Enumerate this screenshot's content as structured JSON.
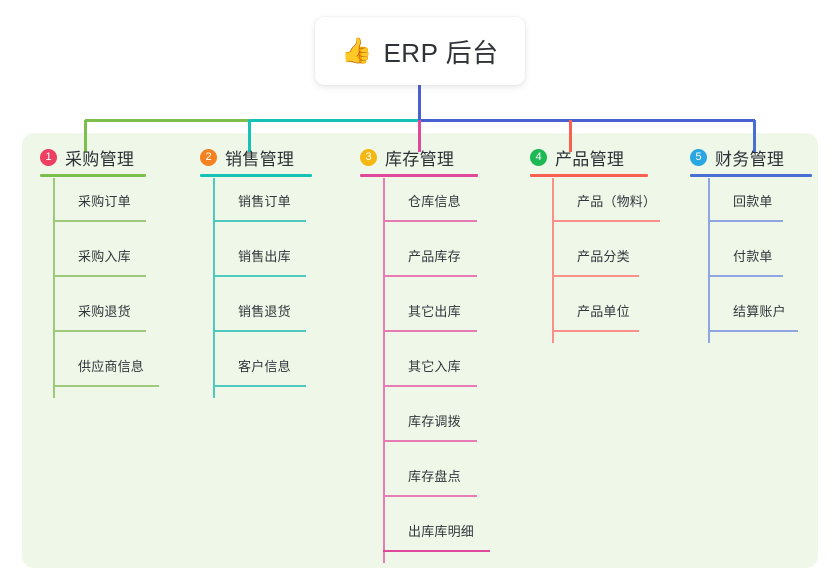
{
  "root": {
    "emoji": "👍",
    "emoji_name": "thumbs-up-icon",
    "title": "ERP 后台"
  },
  "panel": {
    "background_color": "#eef7e8"
  },
  "columns": [
    {
      "index": "1",
      "label": "采购管理",
      "badge_color": "#ec3f62",
      "line_color": "#7cbf4d",
      "items": [
        {
          "label": "采购订单"
        },
        {
          "label": "采购入库"
        },
        {
          "label": "采购退货"
        },
        {
          "label": "供应商信息"
        }
      ]
    },
    {
      "index": "2",
      "label": "销售管理",
      "badge_color": "#f58220",
      "line_color": "#16c2b5",
      "items": [
        {
          "label": "销售订单"
        },
        {
          "label": "销售出库"
        },
        {
          "label": "销售退货"
        },
        {
          "label": "客户信息"
        }
      ]
    },
    {
      "index": "3",
      "label": "库存管理",
      "badge_color": "#f5b711",
      "line_color": "#e0499a",
      "items": [
        {
          "label": "仓库信息"
        },
        {
          "label": "产品库存"
        },
        {
          "label": "其它出库"
        },
        {
          "label": "其它入库"
        },
        {
          "label": "库存调拨"
        },
        {
          "label": "库存盘点"
        },
        {
          "label": "出库库明细"
        }
      ]
    },
    {
      "index": "4",
      "label": "产品管理",
      "badge_color": "#1db954",
      "line_color": "#f9604f",
      "items": [
        {
          "label": "产品（物料）"
        },
        {
          "label": "产品分类"
        },
        {
          "label": "产品单位"
        }
      ]
    },
    {
      "index": "5",
      "label": "财务管理",
      "badge_color": "#29a7e1",
      "line_color": "#4a6fd4",
      "items": [
        {
          "label": "回款单"
        },
        {
          "label": "付款单"
        },
        {
          "label": "结算账户"
        }
      ]
    }
  ],
  "connectors": {
    "stem_color": "#4a5fd0",
    "bus_segments": [
      {
        "color": "#7cbf4d"
      },
      {
        "color": "#16c2b5"
      },
      {
        "color": "#4a5fd0"
      }
    ]
  }
}
